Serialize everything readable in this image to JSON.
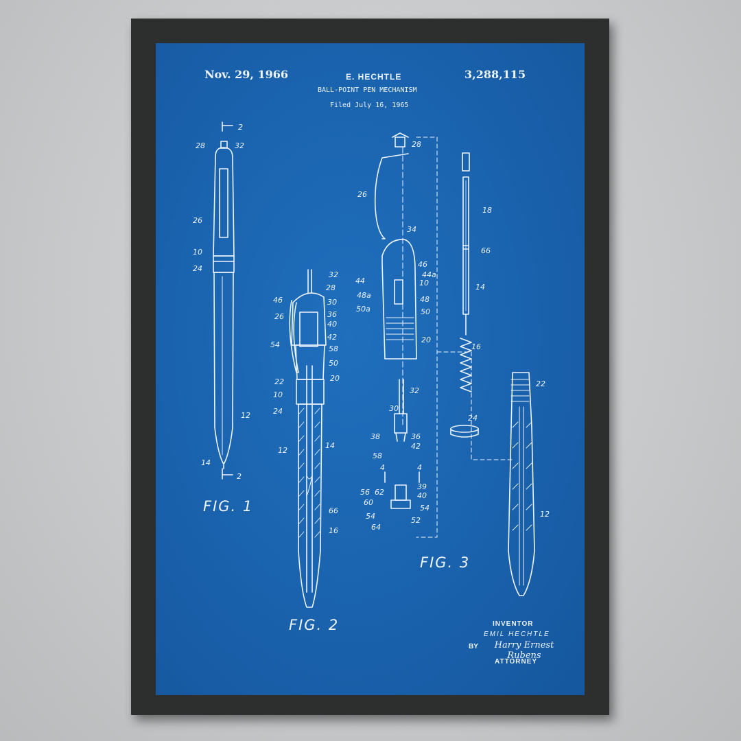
{
  "header": {
    "date": "Nov. 29, 1966",
    "inventor_header": "E. HECHTLE",
    "patent_number": "3,288,115",
    "title": "BALL-POINT PEN MECHANISM",
    "filed": "Filed July 16, 1965"
  },
  "figures": {
    "fig1": "FIG. 1",
    "fig2": "FIG. 2",
    "fig3": "FIG. 3"
  },
  "fig1_refs": [
    "2",
    "28",
    "32",
    "26",
    "10",
    "24",
    "12",
    "14",
    "2"
  ],
  "fig2_refs": [
    "32",
    "28",
    "46",
    "30",
    "26",
    "36",
    "40",
    "54",
    "42",
    "58",
    "50",
    "22",
    "20",
    "10",
    "24",
    "12",
    "14",
    "66",
    "16"
  ],
  "fig3_refs": [
    "28",
    "26",
    "34",
    "18",
    "66",
    "46",
    "44a",
    "44",
    "10",
    "48a",
    "48",
    "14",
    "50a",
    "50",
    "20",
    "16",
    "32",
    "22",
    "30",
    "24",
    "38",
    "36",
    "42",
    "58",
    "4",
    "4",
    "56",
    "62",
    "39",
    "40",
    "60",
    "54",
    "54",
    "52",
    "64",
    "12"
  ],
  "signature_block": {
    "inventor_label": "INVENTOR",
    "inventor_name": "EMIL HECHTLE",
    "by_label": "BY",
    "signature": "Harry Ernest Rubens",
    "attorney_label": "ATTORNEY"
  },
  "colors": {
    "blueprint": "#1a62ad",
    "line": "#eef4fb",
    "frame": "#2d2e2e",
    "wall": "#cfd1d2"
  }
}
